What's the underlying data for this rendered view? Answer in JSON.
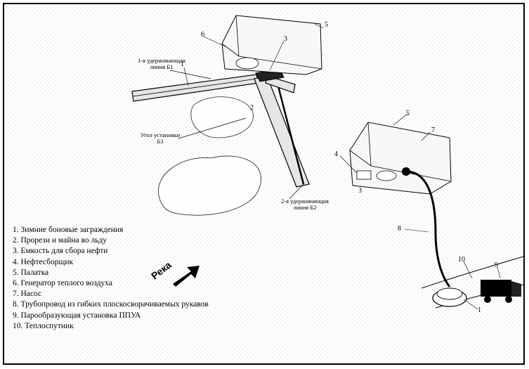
{
  "legend": [
    "1. Зимние боновые заграждения",
    "2. Прорези и майна во льду",
    "3. Емкость для сбора нефти",
    "4. Нефтесборщик",
    "5. Палатка",
    "6. Генератор теплого воздуха",
    "7. Насос",
    "8. Трубопровод из гибких плоскосворачиваемых рукавов",
    "9. Парообразующая установка ППУА",
    "10. Теплоспутник"
  ],
  "labels": {
    "line_b1_top": "1-я удерживающая",
    "line_b1_bottom": "линия Б1",
    "angle_b3_top": "Угол установки",
    "angle_b3_bottom": "Б3",
    "line_b2_top": "2-я удерживающая",
    "line_b2_bottom": "линия Б2",
    "river": "Река"
  },
  "callouts": [
    "1",
    "2",
    "3",
    "4",
    "5",
    "6",
    "7",
    "8",
    "9",
    "10"
  ],
  "callouts_extra": {
    "n3_ice": "3",
    "n3_tank": "3",
    "n4": "4",
    "n5_top": "5",
    "n5_right": "5",
    "n6": "6",
    "n7": "7",
    "n8": "8",
    "n9": "9",
    "n10": "10",
    "n1_top": "1",
    "n1_arm": "1",
    "n2": "2"
  },
  "icons": {
    "river_arrow": "flow-direction-arrow-icon",
    "truck": "steam-truck-icon"
  }
}
